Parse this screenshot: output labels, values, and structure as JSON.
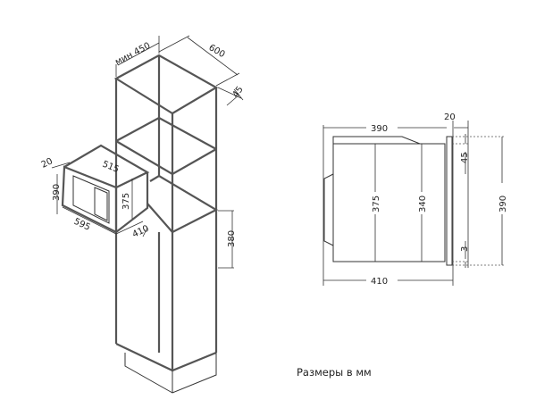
{
  "caption": "Размеры в мм",
  "iso_view": {
    "cabinet_depth_min": "мин 450",
    "cabinet_width": "600",
    "back_gap": "45",
    "niche_height": "380",
    "mw_frame_depth": "20",
    "mw_height": "390",
    "mw_width": "595",
    "mw_body_width": "515",
    "mw_body_height": "375",
    "mw_depth": "410"
  },
  "side_view": {
    "body_depth": "390",
    "frame_thickness": "20",
    "top_offset": "45",
    "body_height": "375",
    "inner_height": "340",
    "frame_height": "390",
    "bottom_offset": "3",
    "total_depth": "410"
  }
}
